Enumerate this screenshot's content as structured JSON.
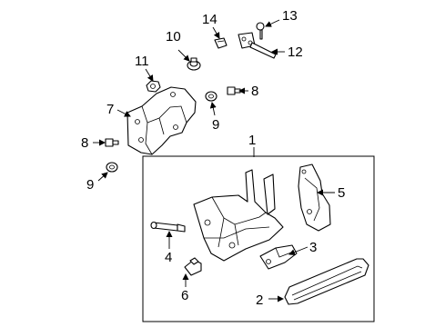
{
  "diagram": {
    "callouts": [
      "1",
      "2",
      "3",
      "4",
      "5",
      "6",
      "7",
      "8",
      "8",
      "9",
      "9",
      "10",
      "11",
      "12",
      "13",
      "14"
    ]
  },
  "colors": {
    "line": "#000000",
    "background": "#ffffff"
  }
}
